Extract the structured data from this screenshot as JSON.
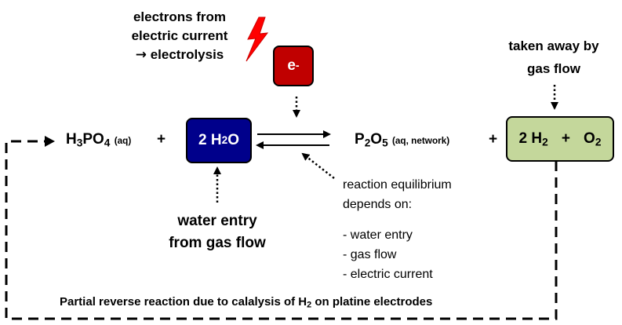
{
  "electrons_label": {
    "line1": "electrons from",
    "line2": "electric current",
    "line3": "electrolysis",
    "arrow_symbol": "🡒"
  },
  "electron_box": {
    "base": "e",
    "sup": "-"
  },
  "taken_away_label": {
    "line1": "taken away by",
    "line2": "gas flow"
  },
  "reaction": {
    "reactant1": {
      "h": "H",
      "h_sub": "3",
      "p": "PO",
      "o_sub": "4",
      "state": "(aq)"
    },
    "plus1": "+",
    "water_box": {
      "pre": "2 H",
      "sub": "2",
      "post": "O"
    },
    "product1": {
      "p": "P",
      "p_sub": "2",
      "o": "O",
      "o_sub": "5",
      "state": "(aq, network)"
    },
    "plus2": "+",
    "gas_box": {
      "h": "2 H",
      "h_sub": "2",
      "plus": "+",
      "o": "O",
      "o_sub": "2"
    }
  },
  "water_entry_label": {
    "line1": "water entry",
    "line2": "from gas flow"
  },
  "equilibrium_label": {
    "line1": "reaction equilibrium",
    "line2": "depends on:",
    "items": [
      "- water entry",
      "- gas flow",
      "- electric current"
    ]
  },
  "bottom_label": {
    "pre": "Partial reverse reaction due to calalysis of H",
    "sub": "2",
    "post": " on platine electrodes"
  },
  "colors": {
    "electron_box": "#c00000",
    "water_box": "#00008b",
    "gas_box": "#c4d79b",
    "lightning": "#ff0000"
  }
}
